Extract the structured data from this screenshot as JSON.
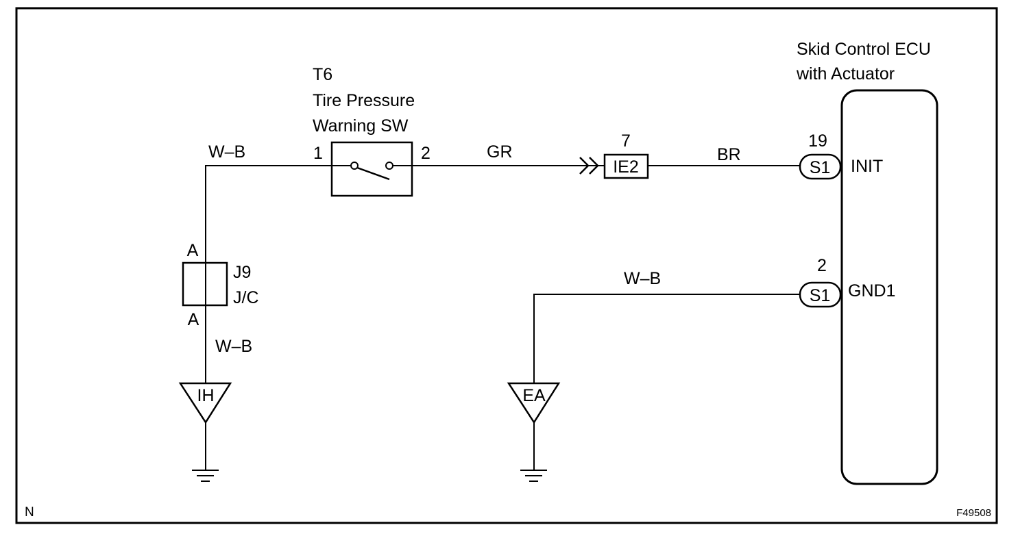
{
  "switch": {
    "code": "T6",
    "name_line1": "Tire Pressure",
    "name_line2": "Warning SW",
    "pin1": "1",
    "pin2": "2"
  },
  "ecu": {
    "name_line1": "Skid Control ECU",
    "name_line2": "with Actuator",
    "init": {
      "pin": "19",
      "connector": "S1",
      "terminal": "INIT"
    },
    "gnd": {
      "pin": "2",
      "connector": "S1",
      "terminal": "GND1"
    }
  },
  "junction": {
    "code": "J9",
    "name": "J/C",
    "pin_top": "A",
    "pin_bottom": "A"
  },
  "inline": {
    "pin": "7",
    "label": "IE2"
  },
  "wires": {
    "ground_left_top": "W–B",
    "switch_to_connector": "GR",
    "connector_to_ecu": "BR",
    "ground_left_bottom": "W–B",
    "ground_right": "W–B"
  },
  "grounds": {
    "left": "IH",
    "right": "EA"
  },
  "corner_left": "N",
  "figure_code": "F49508"
}
